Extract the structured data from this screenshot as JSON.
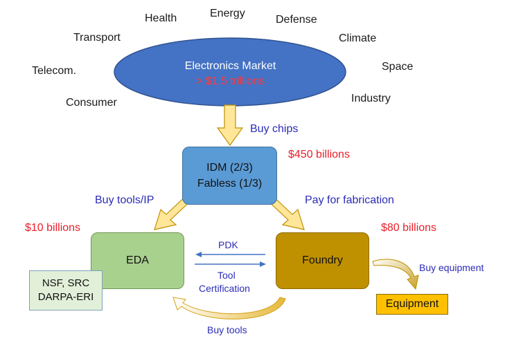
{
  "sectors": {
    "health": "Health",
    "energy": "Energy",
    "defense": "Defense",
    "transport": "Transport",
    "climate": "Climate",
    "telecom": "Telecom.",
    "space": "Space",
    "consumer": "Consumer",
    "industry": "Industry"
  },
  "market": {
    "title": "Electronics Market",
    "value": "> $1,5 trillions"
  },
  "flows": {
    "buy_chips": "Buy chips",
    "buy_tools_ip": "Buy tools/IP",
    "pay_fabrication": "Pay for fabrication",
    "pdk": "PDK",
    "tool_cert_1": "Tool",
    "tool_cert_2": "Certification",
    "buy_equipment": "Buy equipment",
    "buy_tools": "Buy tools"
  },
  "values": {
    "idm": "$450 billions",
    "eda": "$10 billions",
    "foundry": "$80 billions"
  },
  "nodes": {
    "idm_line1": "IDM (2/3)",
    "idm_line2": "Fabless (1/3)",
    "eda": "EDA",
    "foundry": "Foundry",
    "nsf_line1": "NSF, SRC",
    "nsf_line2": "DARPA-ERI",
    "equipment": "Equipment"
  },
  "colors": {
    "market_fill": "#4472c4",
    "idm_fill": "#5b9bd5",
    "eda_fill": "#a9d18e",
    "foundry_fill": "#bf9000",
    "equipment_fill": "#ffc000",
    "nsf_fill": "#e2f0d9",
    "arrow_fill": "#ffe699",
    "money_text": "#e8202a",
    "flow_text": "#2b2bb8"
  }
}
